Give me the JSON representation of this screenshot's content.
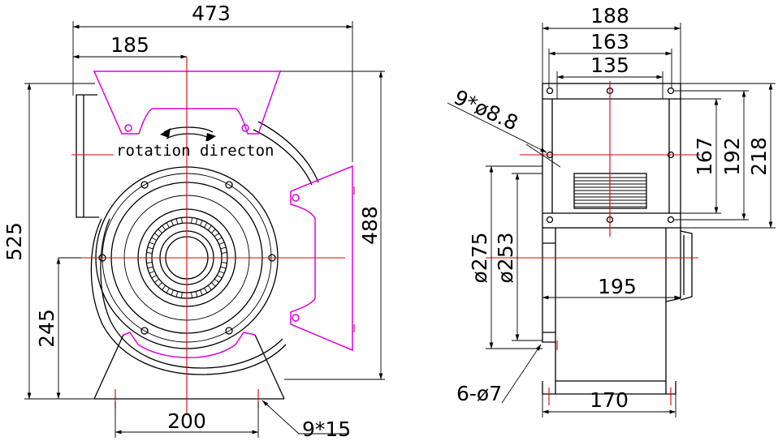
{
  "front_view": {
    "dim_overall_width": "473",
    "dim_outlet_offset": "185",
    "dim_overall_height": "525",
    "dim_inlet_side_height": "488",
    "dim_center_height": "245",
    "dim_base_hole_spacing": "200",
    "note_base_holes": "9*15",
    "note_rotation": "rotation directon"
  },
  "side_view": {
    "dim_flange_width": "188",
    "dim_flange_hole_span": "163",
    "dim_outlet_width": "135",
    "note_flange_holes": "9*ø8.8",
    "dim_outlet_height_inner": "167",
    "dim_flange_hole_height": "192",
    "dim_flange_height": "218",
    "dim_inlet_diameter_outer": "ø275",
    "dim_inlet_diameter_inner": "ø253",
    "dim_body_width": "195",
    "note_base_holes": "6-ø7",
    "dim_base_width": "170"
  },
  "colors": {
    "outline": "#000000",
    "flange": "#e000e0",
    "centerline": "#e00000"
  }
}
